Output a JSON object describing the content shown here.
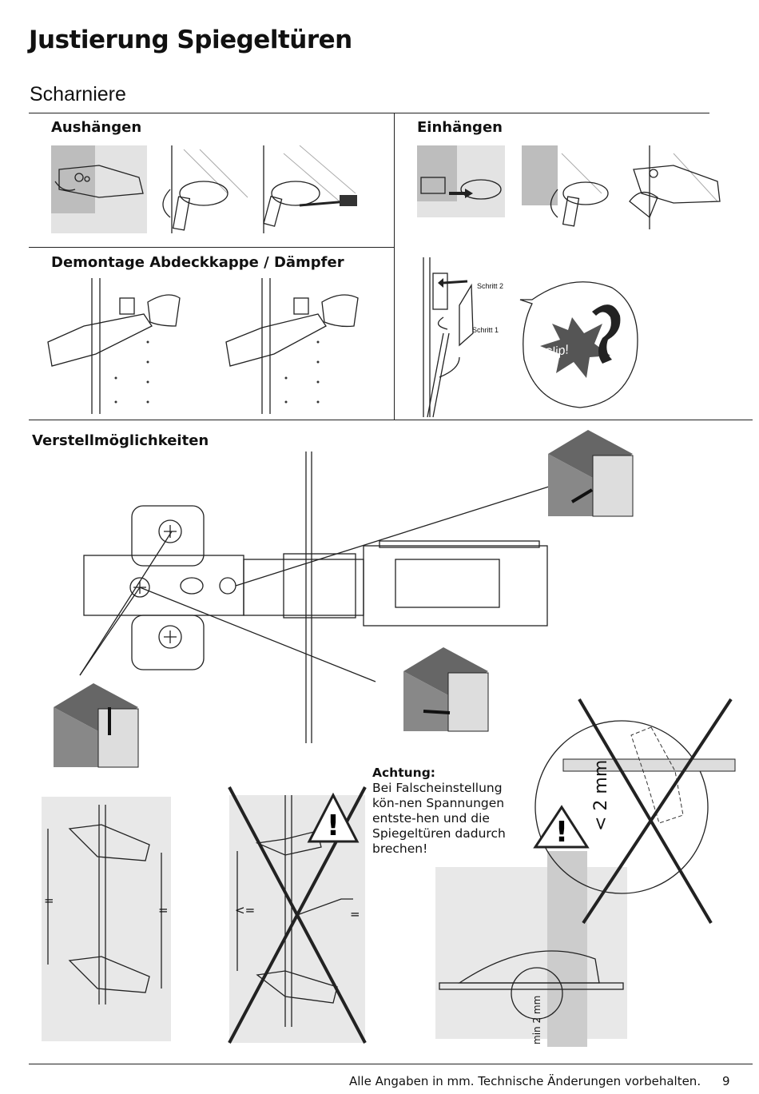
{
  "page": {
    "title": "Justierung Spiegeltüren",
    "subtitle": "Scharniere",
    "sections": {
      "aushaengen": "Aushängen",
      "einhaengen": "Einhängen",
      "demontage": "Demontage Abdeckkappe / Dämpfer",
      "verstell": "Verstellmöglichkeiten"
    },
    "steps": {
      "schritt2": "Schritt 2",
      "schritt1": "Schritt 1",
      "clip": "Clip!"
    },
    "warning": {
      "heading": "Achtung:",
      "text": "Bei Falscheinstellung kön-nen Spannungen entste-hen und die Spiegeltüren dadurch brechen!"
    },
    "dimensions": {
      "equal": "=",
      "lte": "<=",
      "lt2mm": "< 2 mm",
      "min2mm": "min 2 mm"
    },
    "footer": "Alle Angaben in mm. Technische Änderungen vorbehalten.",
    "page_number": "9"
  }
}
